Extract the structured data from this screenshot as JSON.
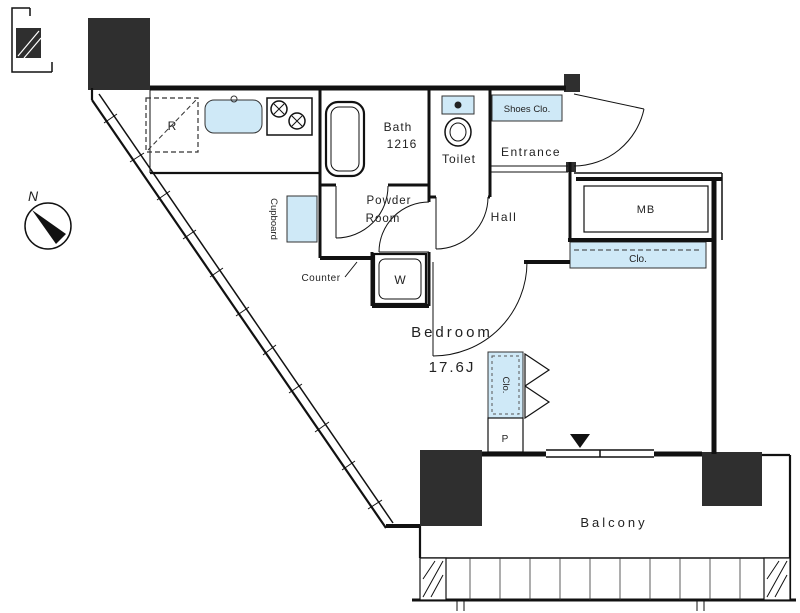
{
  "labels": {
    "north": "N",
    "refrigerator": "R",
    "bath": "Bath",
    "bath_size": "1216",
    "toilet": "Toilet",
    "shoes_closet": "Shoes Clo.",
    "entrance": "Entrance",
    "powder_line1": "Powder",
    "powder_line2": "Room",
    "cupboard": "Cupboard",
    "counter": "Counter",
    "washer": "W",
    "hall": "Hall",
    "meter_box": "MB",
    "closet": "Clo.",
    "bedroom": "Bedroom",
    "bedroom_size": "17.6J",
    "side_closet": "Clo.",
    "pipe": "P",
    "balcony": "Balcony"
  },
  "colors": {
    "wall": "#111111",
    "fixture_fill": "#cfe9f7",
    "column_fill": "#2f2f2f",
    "text": "#222222"
  }
}
